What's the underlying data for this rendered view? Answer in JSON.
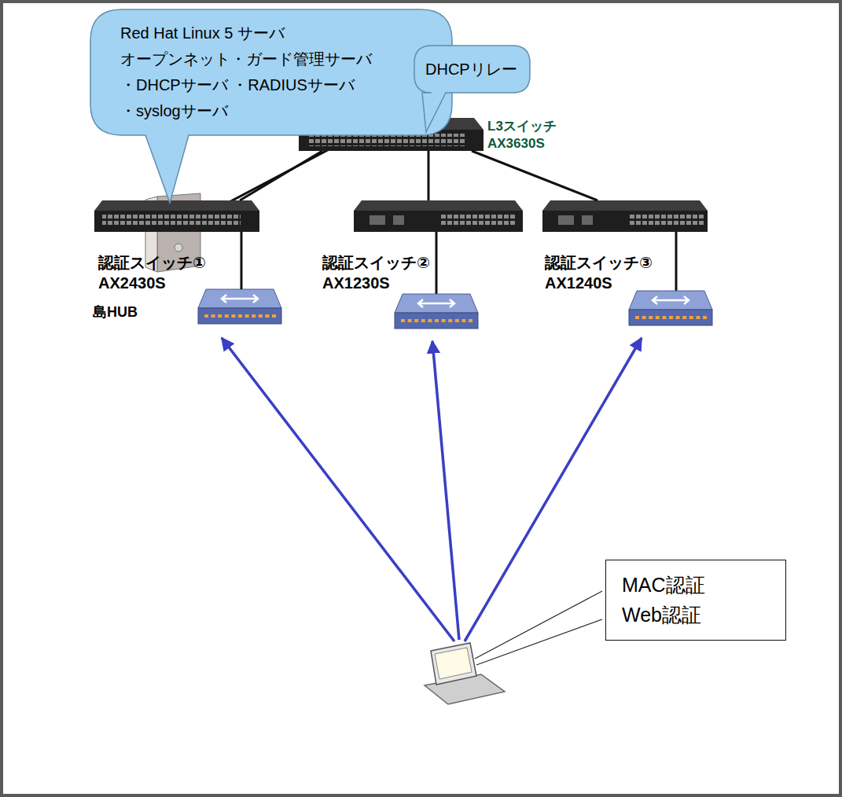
{
  "diagram": {
    "nodes": [
      {
        "text": [
          "Red Hat Linux 5 サーバ",
          "オープンネット・ガード管理サーバ",
          "・DHCPサーバ ・RADIUSサーバ",
          "・syslogサーバ"
        ]
      },
      {
        "text": [
          "DHCPリレー"
        ]
      },
      {
        "text": [
          "L3スイッチ AX3630S"
        ]
      },
      {
        "text": [
          "認証スイッチ① AX2430S"
        ]
      },
      {
        "text": [
          "認証スイッチ② AX1230S"
        ]
      },
      {
        "text": [
          "認証スイッチ③ AX1240S"
        ]
      },
      {
        "text": [
          "島HUB"
        ]
      },
      {
        "text": [
          "MAC認証",
          "Web認証"
        ]
      }
    ],
    "edges": [
      {
        "from": 2,
        "to": 3,
        "arrow": "none"
      },
      {
        "from": 2,
        "to": 4,
        "arrow": "none"
      },
      {
        "from": 2,
        "to": 5,
        "arrow": "none"
      },
      {
        "from": 3,
        "to": 6,
        "arrow": "none"
      }
    ]
  }
}
